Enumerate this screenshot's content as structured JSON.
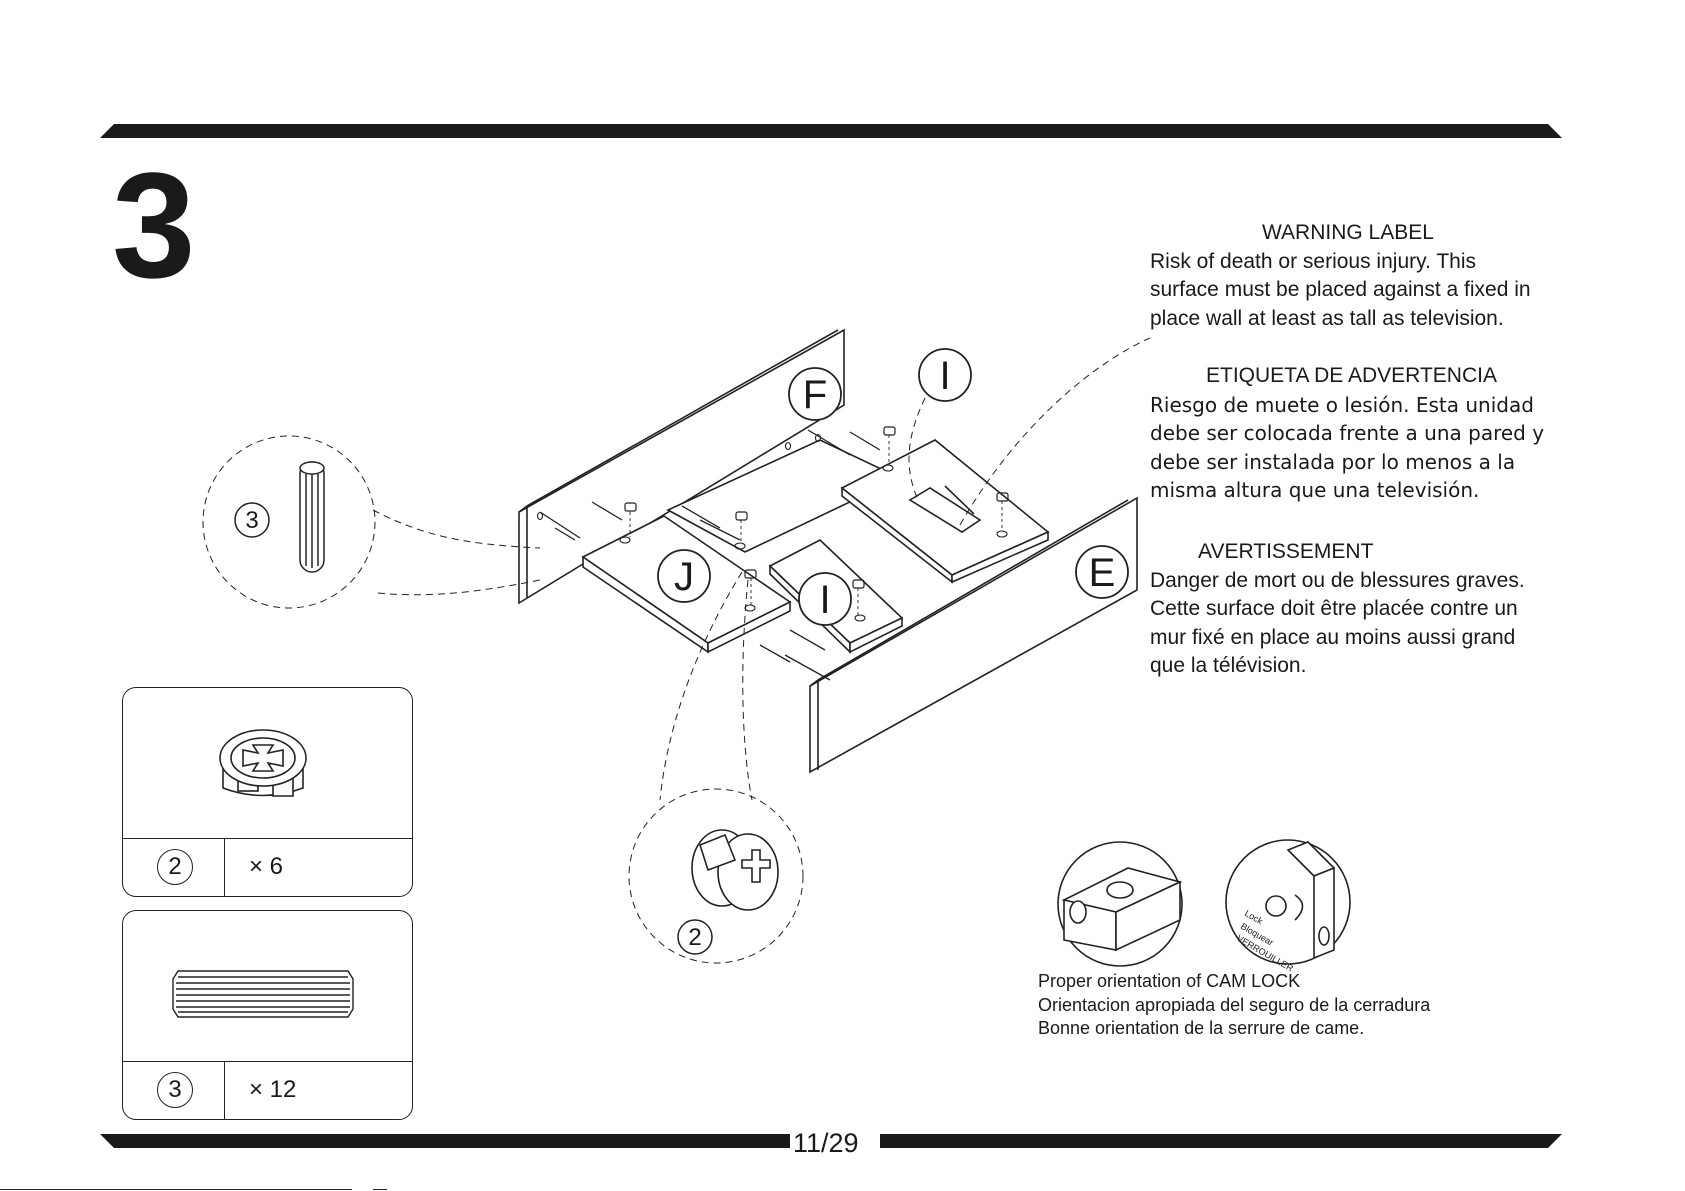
{
  "step": {
    "number": "3"
  },
  "warnings": {
    "en": {
      "title": "WARNING LABEL",
      "lines": [
        "Risk of death or serious injury. This",
        "surface must be placed against  a fixed in",
        "place wall at least as tall as television."
      ]
    },
    "es": {
      "title": "ETIQUETA DE ADVERTENCIA",
      "lines": [
        "Riesgo de muete o lesión. Esta unidad",
        "debe ser colocada frente a una pared y",
        "debe ser instalada por lo menos a la",
        "misma altura que una televisión."
      ]
    },
    "fr": {
      "title": "AVERTISSEMENT",
      "lines": [
        "Danger de mort ou de blessures graves.",
        "Cette surface doit être placée contre un",
        "mur fixé en place au moins aussi grand",
        "que la télévision."
      ]
    }
  },
  "diagram": {
    "labels": {
      "panel_f": "F",
      "panel_e": "E",
      "panel_j": "J",
      "panel_i_front": "I",
      "panel_i_back": "I"
    },
    "callouts": {
      "dowel": "3",
      "cam_lock": "2"
    }
  },
  "parts": [
    {
      "number": "2",
      "quantity": "× 6",
      "icon": "cam-lock-icon"
    },
    {
      "number": "3",
      "quantity": "× 12",
      "icon": "wood-dowel-icon"
    }
  ],
  "cam_lock_note": {
    "lines": [
      "Proper orientation of CAM LOCK",
      "Orientacion apropiada del seguro de la cerradura",
      "Bonne orientation de la serrure de came."
    ],
    "lock_labels": [
      "Lock",
      "Bloquear",
      "VERROUILLER"
    ]
  },
  "footer": {
    "page": "11/29"
  }
}
